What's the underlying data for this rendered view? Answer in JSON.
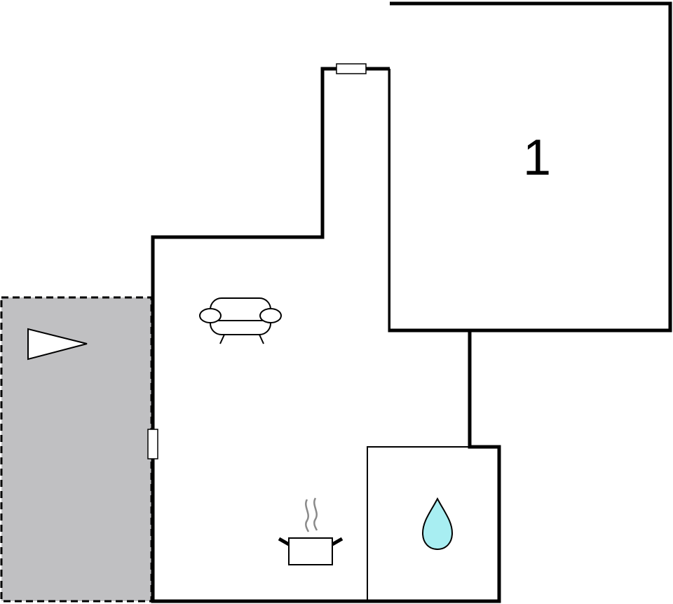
{
  "plan": {
    "rooms": [
      {
        "id": "bedroom",
        "label": "1"
      },
      {
        "id": "living-area"
      },
      {
        "id": "bathroom"
      },
      {
        "id": "terrace"
      }
    ],
    "icons": [
      "sofa-icon",
      "cooking-pot-icon",
      "water-drop-icon",
      "terrace-pennant-icon"
    ],
    "colors": {
      "wall": "#000000",
      "terrace_fill": "#c0c0c2",
      "water_drop": "#a8eef2",
      "steam": "#8a8a8a"
    }
  }
}
